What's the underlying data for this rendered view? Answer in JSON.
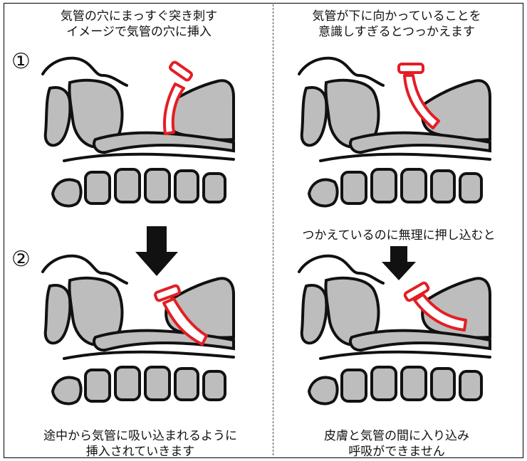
{
  "panels": {
    "top_left": {
      "caption_line1": "気管の穴にまっすぐ突き刺す",
      "caption_line2": "イメージで気管の穴に挿入"
    },
    "top_right": {
      "caption_line1": "気管が下に向かっていることを",
      "caption_line2": "意識しすぎるとつっかえます"
    },
    "middle_right": {
      "caption": "つかえているのに無理に押し込むと"
    },
    "bottom_left": {
      "caption_line1": "途中から気管に吸い込まれるように",
      "caption_line2": "挿入されていきます"
    },
    "bottom_right": {
      "caption_line1": "皮膚と気管の間に入り込み",
      "caption_line2": "呼吸ができません"
    }
  },
  "steps": {
    "step1": "①",
    "step2": "②"
  },
  "colors": {
    "tube": "#e31e24",
    "tissue": "#bdbdbd",
    "outline": "#111111",
    "arrow": "#111111"
  }
}
